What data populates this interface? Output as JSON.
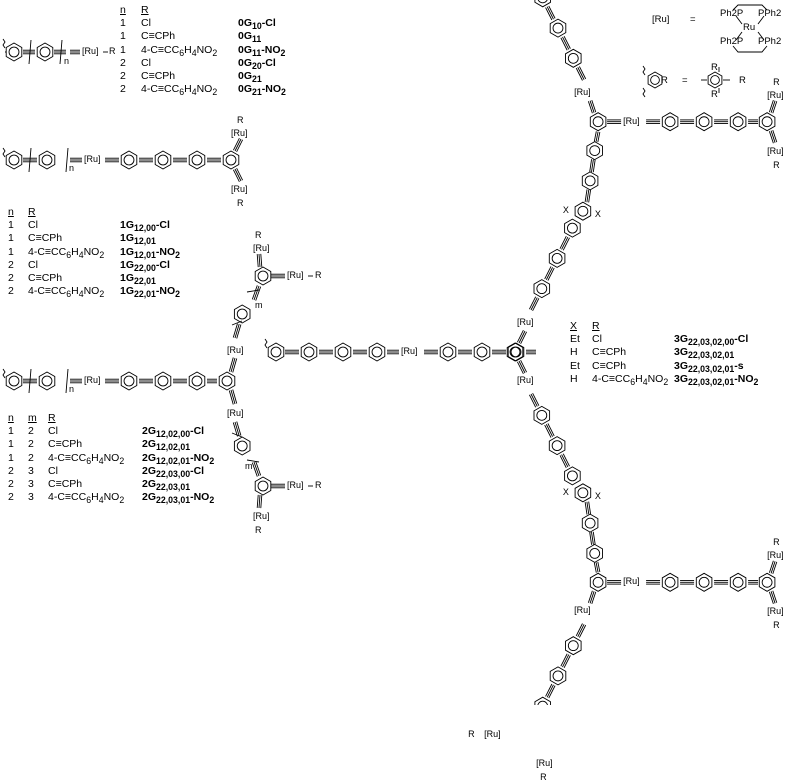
{
  "ru_label": "[Ru]",
  "substituent_R": "R",
  "legend": {
    "ru_def_lhs": "[Ru]",
    "equals": "=",
    "ru_center": "Ru",
    "ph2p_left_top": "Ph2P",
    "pph2_right_top": "PPh2",
    "ph2p_left_bottom": "Ph2P",
    "pph2_right_bottom": "PPh2",
    "aryl_R": "R"
  },
  "table_0G": {
    "headers": [
      "n",
      "R"
    ],
    "rows": [
      {
        "n": "1",
        "r": "Cl",
        "compound": "0G10-Cl"
      },
      {
        "n": "1",
        "r": "C≡CPh",
        "compound": "0G11"
      },
      {
        "n": "1",
        "r": "4-C≡CC6H4NO2",
        "compound": "0G11-NO2"
      },
      {
        "n": "2",
        "r": "Cl",
        "compound": "0G20-Cl"
      },
      {
        "n": "2",
        "r": "C≡CPh",
        "compound": "0G21"
      },
      {
        "n": "2",
        "r": "4-C≡CC6H4NO2",
        "compound": "0G21-NO2"
      }
    ]
  },
  "table_1G": {
    "headers": [
      "n",
      "R"
    ],
    "rows": [
      {
        "n": "1",
        "r": "Cl",
        "compound": "1G12,00-Cl"
      },
      {
        "n": "1",
        "r": "C≡CPh",
        "compound": "1G12,01"
      },
      {
        "n": "1",
        "r": "4-C≡CC6H4NO2",
        "compound": "1G12,01-NO2"
      },
      {
        "n": "2",
        "r": "Cl",
        "compound": "1G22,00-Cl"
      },
      {
        "n": "2",
        "r": "C≡CPh",
        "compound": "1G22,01"
      },
      {
        "n": "2",
        "r": "4-C≡CC6H4NO2",
        "compound": "1G22,01-NO2"
      }
    ]
  },
  "table_2G": {
    "headers": [
      "n",
      "m",
      "R"
    ],
    "rows": [
      {
        "n": "1",
        "m": "2",
        "r": "Cl",
        "compound": "2G12,02,00-Cl"
      },
      {
        "n": "1",
        "m": "2",
        "r": "C≡CPh",
        "compound": "2G12,02,01"
      },
      {
        "n": "1",
        "m": "2",
        "r": "4-C≡CC6H4NO2",
        "compound": "2G12,02,01-NO2"
      },
      {
        "n": "2",
        "m": "3",
        "r": "Cl",
        "compound": "2G22,03,00-Cl"
      },
      {
        "n": "2",
        "m": "3",
        "r": "C≡CPh",
        "compound": "2G22,03,01"
      },
      {
        "n": "2",
        "m": "3",
        "r": "4-C≡CC6H4NO2",
        "compound": "2G22,03,01-NO2"
      }
    ]
  },
  "table_3G": {
    "headers": [
      "X",
      "R"
    ],
    "rows": [
      {
        "x": "Et",
        "r": "Cl",
        "compound": "3G22,03,02,00-Cl"
      },
      {
        "x": "H",
        "r": "C≡CPh",
        "compound": "3G22,03,02,01"
      },
      {
        "x": "Et",
        "r": "C≡CPh",
        "compound": "3G22,03,02,01-s"
      },
      {
        "x": "H",
        "r": "4-C≡CC6H4NO2",
        "compound": "3G22,03,02,01-NO2"
      }
    ]
  },
  "structure_labels": {
    "n": "n",
    "m": "m",
    "X": "X"
  }
}
